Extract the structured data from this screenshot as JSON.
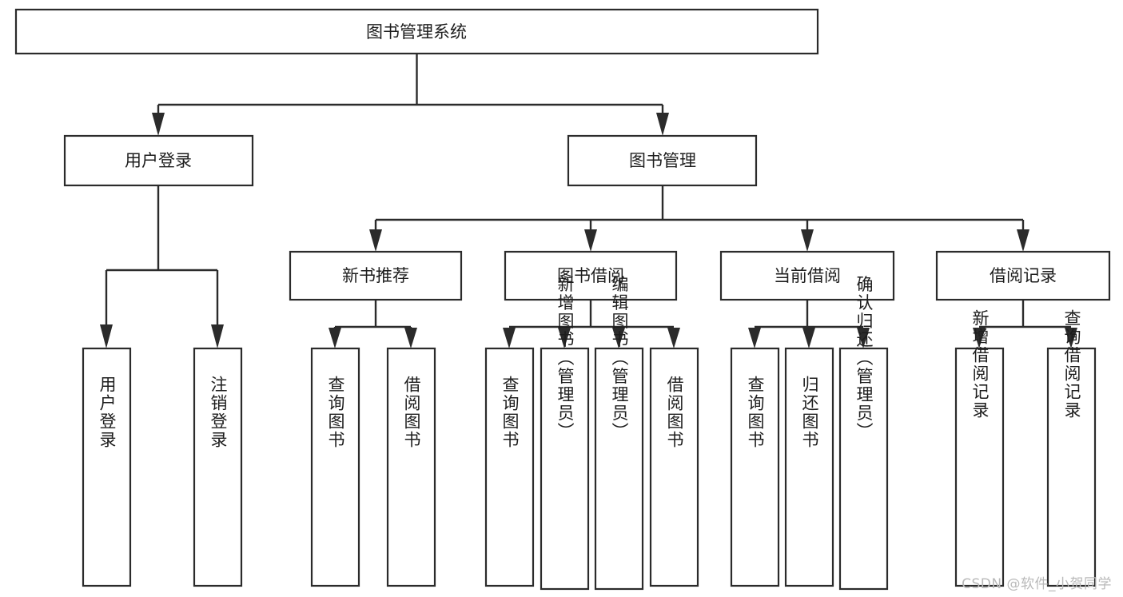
{
  "diagram": {
    "type": "tree-hierarchy-chart",
    "title": "图书管理系统",
    "stroke_color": "#2b2b2b",
    "fill_color": "#ffffff",
    "background_color": "#ffffff",
    "levels": 4,
    "root": {
      "id": "root",
      "label": "图书管理系统",
      "orientation": "horizontal"
    },
    "level2": [
      {
        "id": "user-login",
        "label": "用户登录",
        "orientation": "horizontal"
      },
      {
        "id": "book-management",
        "label": "图书管理",
        "orientation": "horizontal"
      }
    ],
    "level3": [
      {
        "id": "new-book-recommend",
        "label": "新书推荐",
        "orientation": "horizontal",
        "parent": "book-management"
      },
      {
        "id": "book-borrow",
        "label": "图书借阅",
        "orientation": "horizontal",
        "parent": "book-management"
      },
      {
        "id": "current-borrow",
        "label": "当前借阅",
        "orientation": "horizontal",
        "parent": "book-management"
      },
      {
        "id": "borrow-record",
        "label": "借阅记录",
        "orientation": "horizontal",
        "parent": "book-management"
      }
    ],
    "leaves": [
      {
        "id": "leaf-user-login",
        "label": "用户登录",
        "orientation": "vertical",
        "parent": "user-login"
      },
      {
        "id": "leaf-logout-login",
        "label": "注销登录",
        "orientation": "vertical",
        "parent": "user-login"
      },
      {
        "id": "leaf-query-book-1",
        "label": "查询图书",
        "orientation": "vertical",
        "parent": "new-book-recommend"
      },
      {
        "id": "leaf-borrow-book-1",
        "label": "借阅图书",
        "orientation": "vertical",
        "parent": "new-book-recommend"
      },
      {
        "id": "leaf-query-book-2",
        "label": "查询图书",
        "orientation": "vertical",
        "parent": "book-borrow"
      },
      {
        "id": "leaf-add-book-admin",
        "label": "新增图书（管理员）",
        "orientation": "vertical",
        "parent": "book-borrow"
      },
      {
        "id": "leaf-edit-book-admin",
        "label": "编辑图书（管理员）",
        "orientation": "vertical",
        "parent": "book-borrow"
      },
      {
        "id": "leaf-borrow-book-2",
        "label": "借阅图书",
        "orientation": "vertical",
        "parent": "book-borrow"
      },
      {
        "id": "leaf-query-book-3",
        "label": "查询图书",
        "orientation": "vertical",
        "parent": "current-borrow"
      },
      {
        "id": "leaf-return-book",
        "label": "归还图书",
        "orientation": "vertical",
        "parent": "current-borrow"
      },
      {
        "id": "leaf-confirm-return-admin",
        "label": "确认归还（管理员）",
        "orientation": "vertical",
        "parent": "current-borrow"
      },
      {
        "id": "leaf-add-borrow-record",
        "label": "新增借阅记录",
        "orientation": "vertical",
        "parent": "borrow-record"
      },
      {
        "id": "leaf-query-borrow-record",
        "label": "查询借阅记录",
        "orientation": "vertical",
        "parent": "borrow-record"
      }
    ]
  },
  "watermark": {
    "text": "CSDN @软件_小贺同学"
  }
}
